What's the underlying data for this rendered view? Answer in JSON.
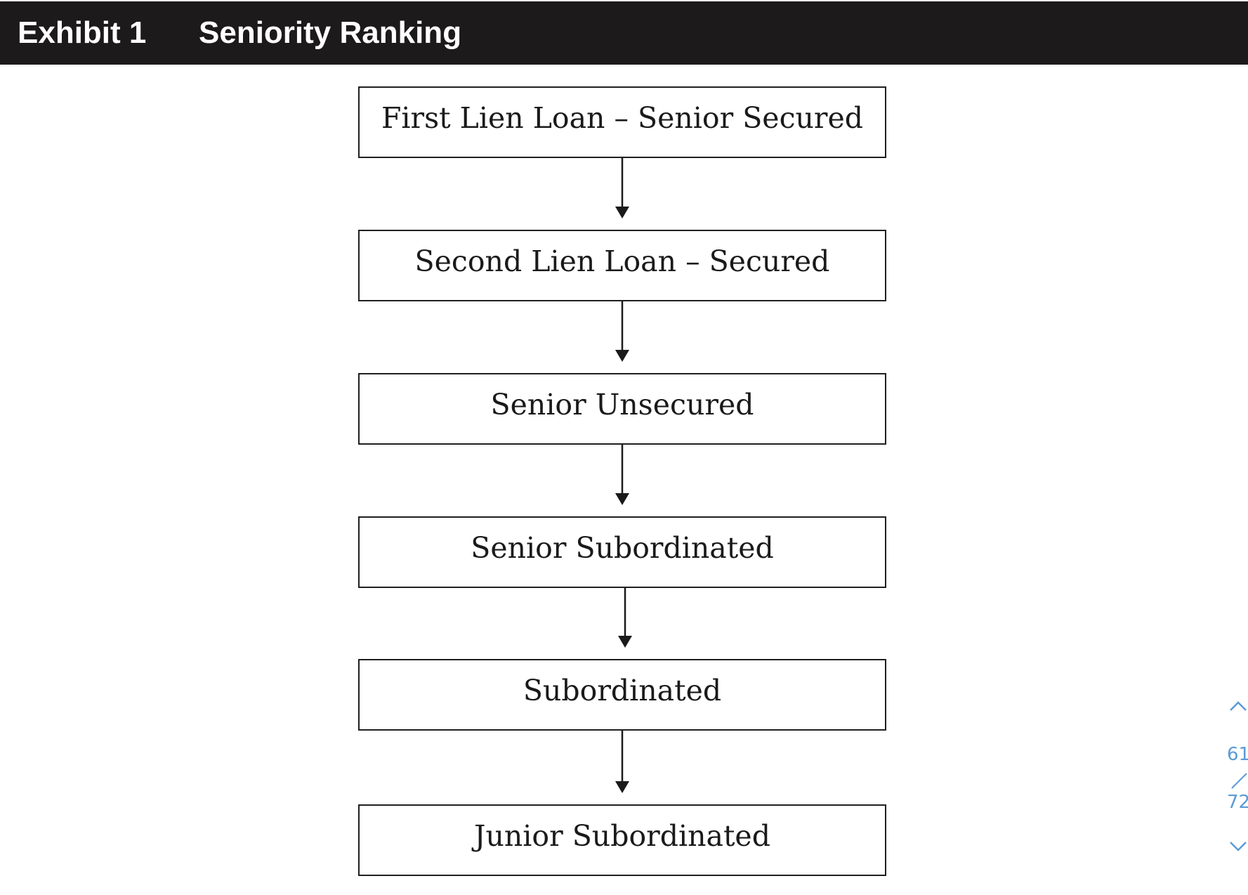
{
  "header": {
    "exhibit_label": "Exhibit 1",
    "title": "Seniority Ranking"
  },
  "ranking": [
    "First Lien Loan – Senior Secured",
    "Second Lien Loan – Secured",
    "Senior Unsecured",
    "Senior Subordinated",
    "Subordinated",
    "Junior Subordinated"
  ],
  "pager": {
    "current_page": "61",
    "total_pages": "72"
  },
  "colors": {
    "header_background": "#1c1a1b",
    "header_text": "#ffffff",
    "box_border": "#1f1f1f",
    "pager_accent": "#5b9bd5"
  },
  "icons": {
    "page_up": "chevron-up-icon",
    "page_down": "chevron-down-icon",
    "separator": "slash-separator-icon"
  }
}
